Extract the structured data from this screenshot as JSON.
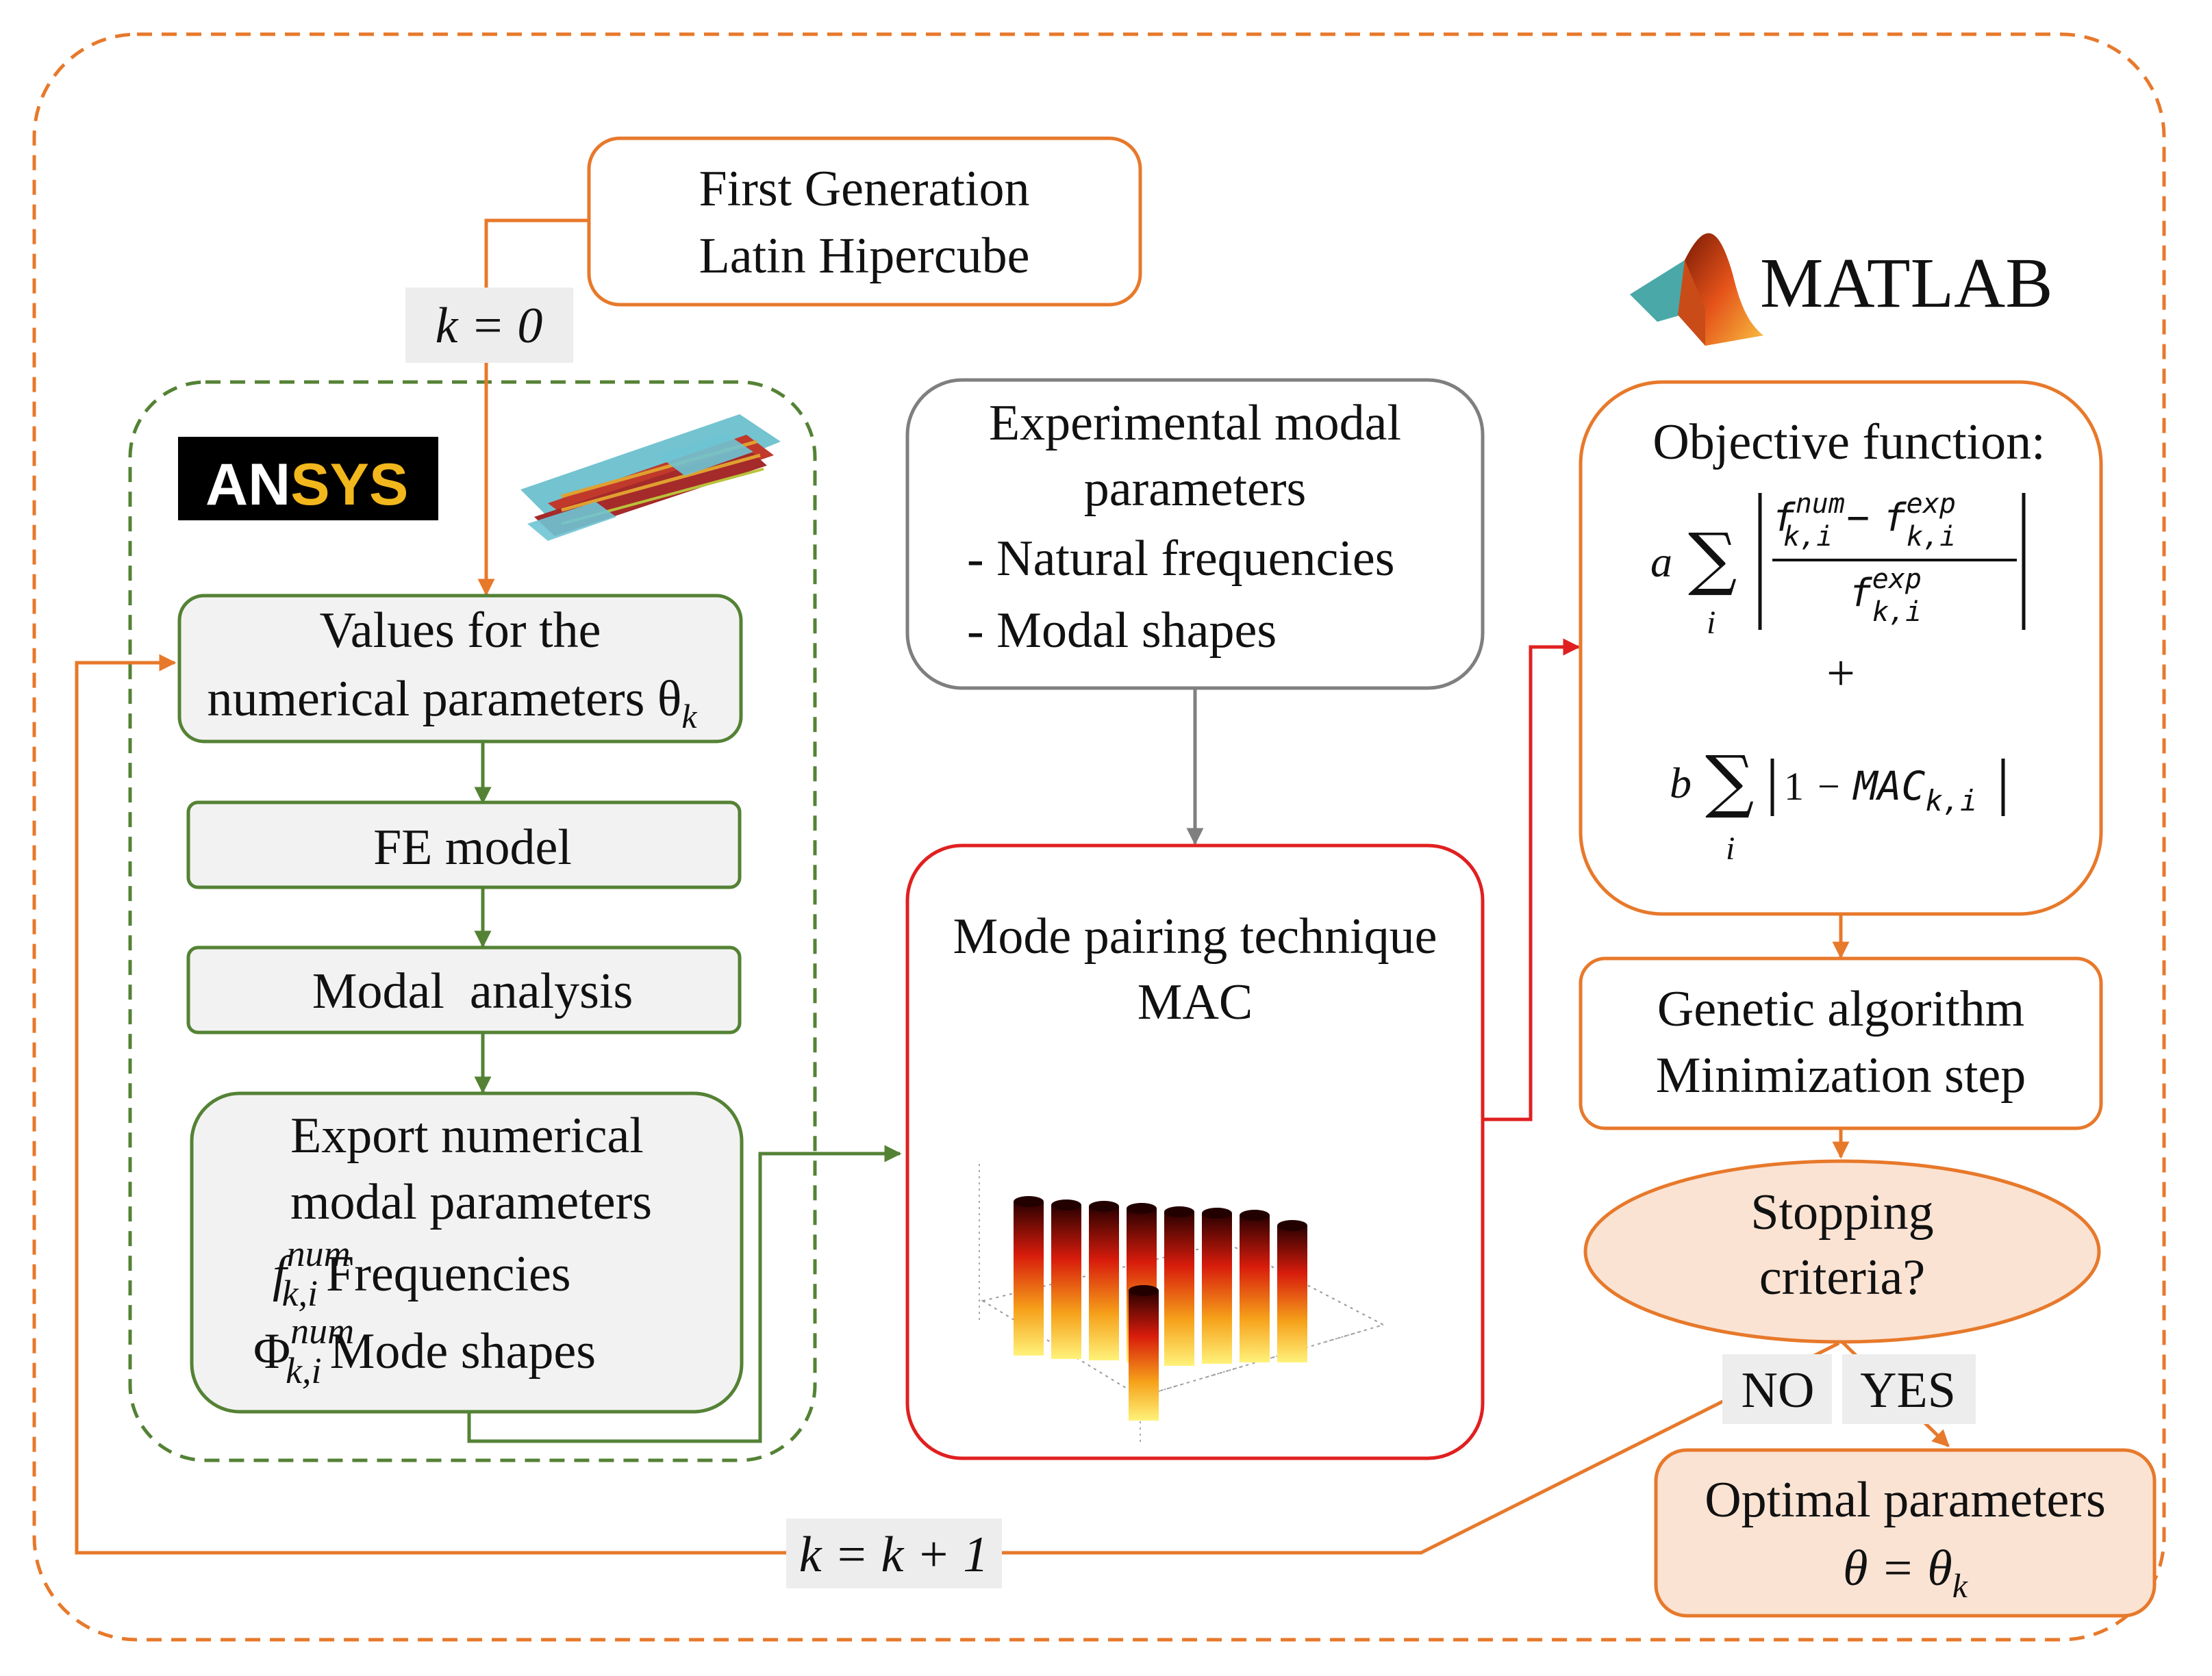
{
  "colors": {
    "orange": "#E7792B",
    "green": "#548235",
    "gray": "#7F7F7F",
    "red": "#E02020",
    "box_fill_gray": "#F2F2F2",
    "box_fill_peach": "#FBE3D3",
    "label_bg": "#EDEDED"
  },
  "icons": {
    "ansys_logo": "ansys-logo",
    "fe_mesh": "fe-mesh-image",
    "matlab_logo": "matlab-membrane-logo",
    "mac_plot": "mac-3d-bar-plot"
  },
  "start": {
    "line1": "First Generation",
    "line2": "Latin Hipercube"
  },
  "k0_label": "k = 0",
  "ansys_text": {
    "a": "AN",
    "b": "SYS"
  },
  "matlab_text": "MATLAB",
  "ansys_block": {
    "values": {
      "line1": "Values for the",
      "line2": "numerical parameters θ",
      "sub": "k"
    },
    "fe_model": "FE model",
    "modal_analysis": "Modal  analysis",
    "export": {
      "line1": "Export numerical",
      "line2": "modal parameters",
      "freq_symbol": "f",
      "freq_sup": "num",
      "freq_sub": "k,i",
      "freq_label": "Frequencies",
      "shape_symbol": "Φ",
      "shape_sup": "num",
      "shape_sub": "k,i",
      "shape_label": "Mode shapes"
    }
  },
  "experimental": {
    "line1": "Experimental modal",
    "line2": "parameters",
    "item1": "- Natural frequencies",
    "item2": "- Modal shapes"
  },
  "mode_pairing": {
    "line1": "Mode pairing technique",
    "line2": "MAC"
  },
  "objective": {
    "title": "Objective function:",
    "a": "a",
    "b": "b",
    "sum_index": "i",
    "f": "f",
    "num": "num",
    "exp": "exp",
    "ki": "k,i",
    "minus": "−",
    "plus": "+",
    "one": "1",
    "mac": "MAC"
  },
  "genetic": {
    "line1": "Genetic algorithm",
    "line2": "Minimization step"
  },
  "stopping": {
    "line1": "Stopping",
    "line2": "criteria?"
  },
  "no_label": "NO",
  "yes_label": "YES",
  "optimal": {
    "line1": "Optimal parameters",
    "line2": "θ = θ",
    "sub": "k"
  },
  "loop_label": "k = k + 1"
}
